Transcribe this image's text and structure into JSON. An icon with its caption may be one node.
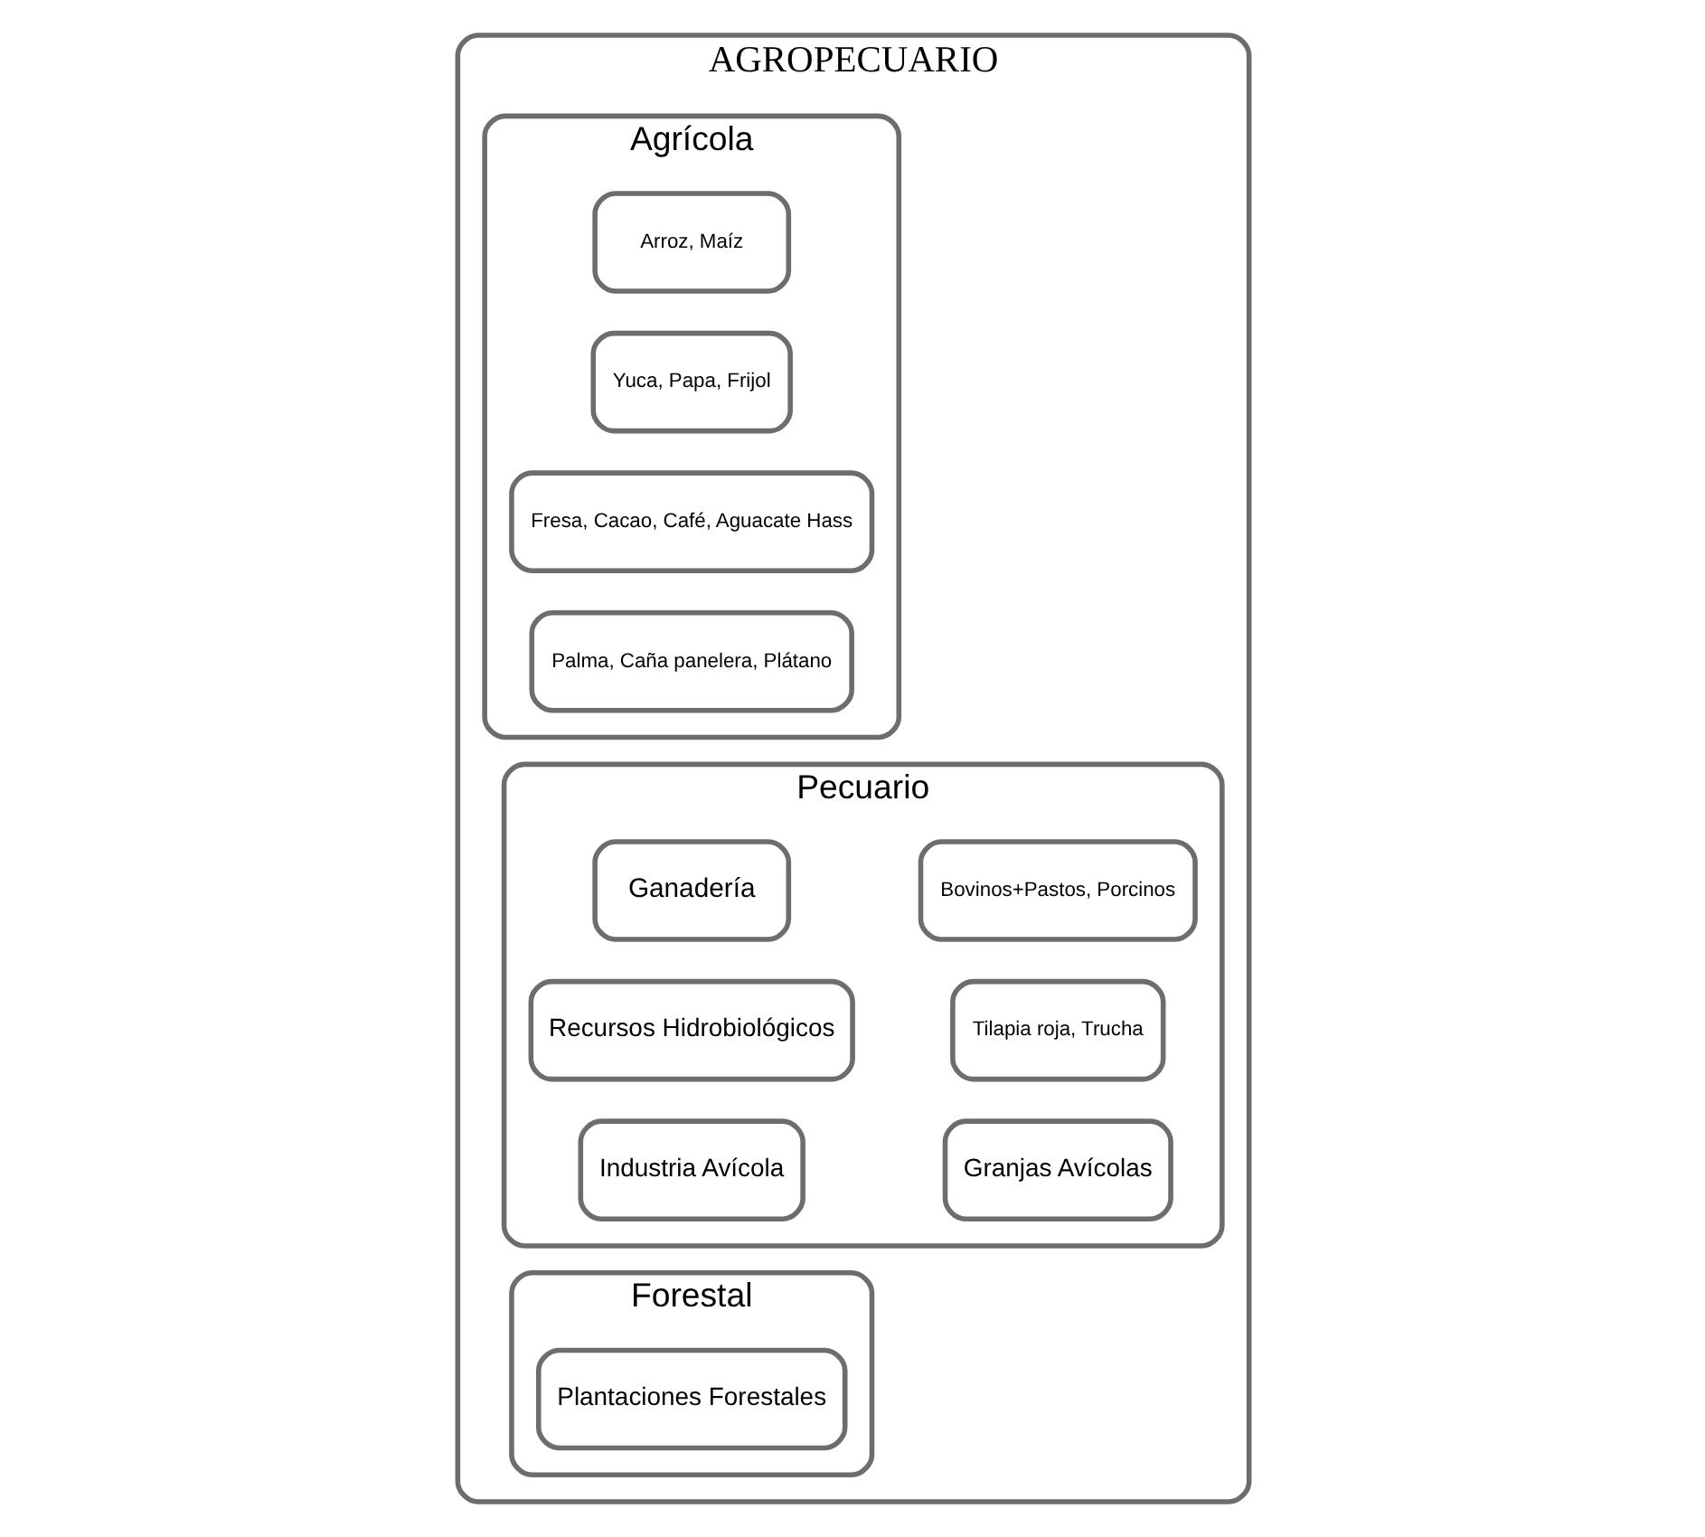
{
  "diagram": {
    "nodes": [
      {
        "text": [
          "AGROPECUARIO"
        ]
      },
      {
        "text": [
          "Agrícola"
        ],
        "in": 0
      },
      {
        "text": [
          "Arroz, Maíz"
        ],
        "in": 1
      },
      {
        "text": [
          "Yuca, Papa, Frijol"
        ],
        "in": 1
      },
      {
        "text": [
          "Fresa, Cacao, Café, Aguacate Hass"
        ],
        "in": 1
      },
      {
        "text": [
          "Palma, Caña panelera, Plátano"
        ],
        "in": 1
      },
      {
        "text": [
          "Pecuario"
        ],
        "in": 0
      },
      {
        "text": [
          "Ganadería"
        ],
        "in": 6
      },
      {
        "text": [
          "Bovinos+Pastos, Porcinos"
        ],
        "in": 6
      },
      {
        "text": [
          "Recursos Hidrobiológicos"
        ],
        "in": 6
      },
      {
        "text": [
          "Tilapia roja, Trucha"
        ],
        "in": 6
      },
      {
        "text": [
          "Industria Avícola"
        ],
        "in": 6
      },
      {
        "text": [
          "Granjas Avícolas"
        ],
        "in": 6
      },
      {
        "text": [
          "Forestal"
        ],
        "in": 0
      },
      {
        "text": [
          "Plantaciones Forestales"
        ],
        "in": 13
      }
    ],
    "edges": []
  }
}
